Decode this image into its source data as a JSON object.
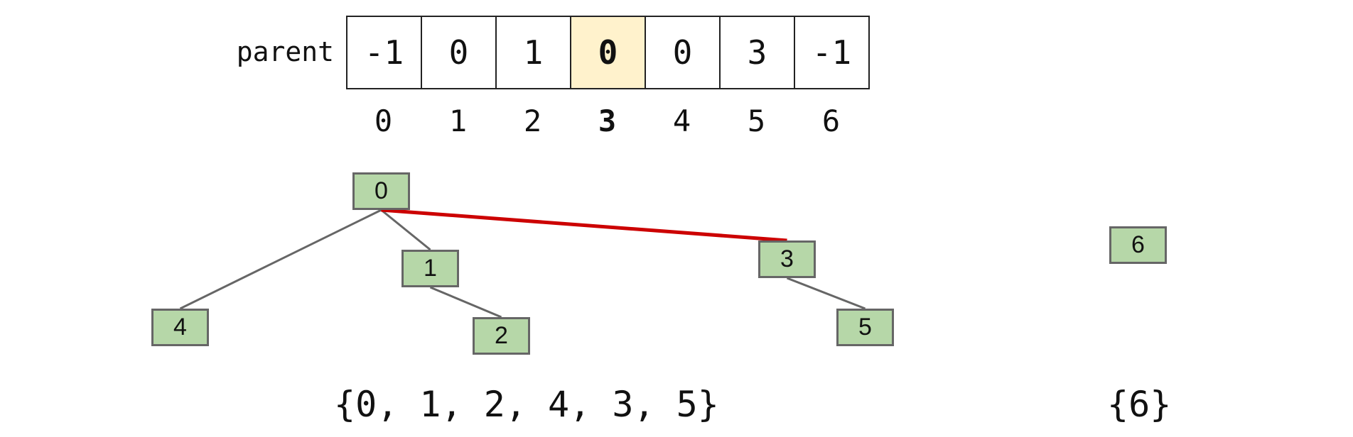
{
  "array": {
    "label": "parent",
    "values": [
      "-1",
      "0",
      "1",
      "0",
      "0",
      "3",
      "-1"
    ],
    "indices": [
      "0",
      "1",
      "2",
      "3",
      "4",
      "5",
      "6"
    ],
    "highlight_index": 3,
    "highlight_color": "#fff2cc"
  },
  "tree": {
    "node_color": "#b6d7a8",
    "edge_color": "#666666",
    "highlight_edge_color": "#cc0000",
    "nodes": [
      {
        "id": "0",
        "label": "0"
      },
      {
        "id": "1",
        "label": "1"
      },
      {
        "id": "2",
        "label": "2"
      },
      {
        "id": "3",
        "label": "3"
      },
      {
        "id": "4",
        "label": "4"
      },
      {
        "id": "5",
        "label": "5"
      },
      {
        "id": "6",
        "label": "6"
      }
    ],
    "edges": [
      {
        "from": "0",
        "to": "4",
        "highlight": false
      },
      {
        "from": "0",
        "to": "1",
        "highlight": false
      },
      {
        "from": "1",
        "to": "2",
        "highlight": false
      },
      {
        "from": "0",
        "to": "3",
        "highlight": true
      },
      {
        "from": "3",
        "to": "5",
        "highlight": false
      }
    ]
  },
  "sets": {
    "left": "{0, 1, 2, 4, 3, 5}",
    "right": "{6}"
  }
}
